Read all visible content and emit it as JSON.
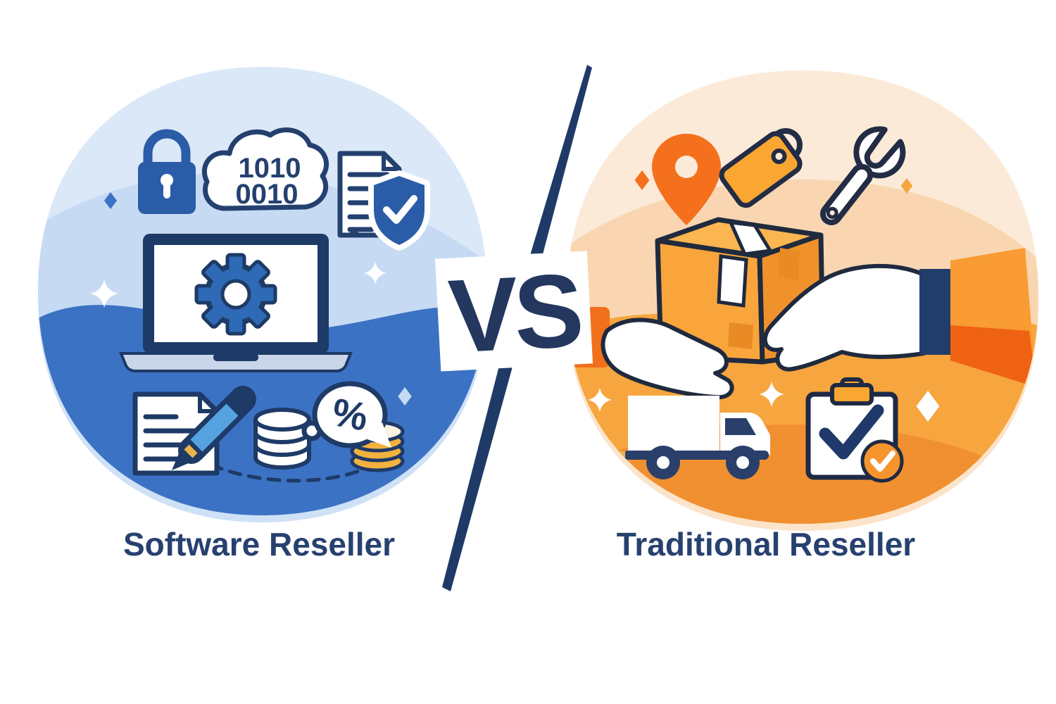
{
  "vs_label": "VS",
  "left": {
    "label": "Software Reseller",
    "cloud_line1": "1010",
    "cloud_line2": "0010",
    "percent": "%",
    "icons": [
      "padlock-icon",
      "binary-cloud-icon",
      "verified-document-icon",
      "laptop-gear-icon",
      "contract-pen-icon",
      "database-icon",
      "percent-bubble-icon",
      "coins-icon",
      "sparkle-icon"
    ],
    "colors": {
      "circle_light": "#dbe8f8",
      "circle_band": "#c7daf3",
      "circle_blue": "#3b72c4",
      "rim": "#cfe1f6",
      "icon_blue": "#2a5ca8",
      "navy": "#24406f"
    }
  },
  "right": {
    "label": "Traditional Reseller",
    "icons": [
      "location-pin-icon",
      "price-tag-icon",
      "wrench-icon",
      "package-handoff-icon",
      "delivery-truck-icon",
      "clipboard-check-icon",
      "sparkle-icon"
    ],
    "colors": {
      "circle_light": "#fcead9",
      "circle_band": "#f9d6b1",
      "circle_orange": "#f7a53e",
      "circle_dome": "#f19030",
      "rim": "#fbe4ca",
      "pin_orange": "#f4701d",
      "tag_orange": "#f9a632",
      "sleeve_orange": "#f2701c",
      "cuff_navy": "#223c6b"
    }
  },
  "divider_color": "#1f3a66"
}
